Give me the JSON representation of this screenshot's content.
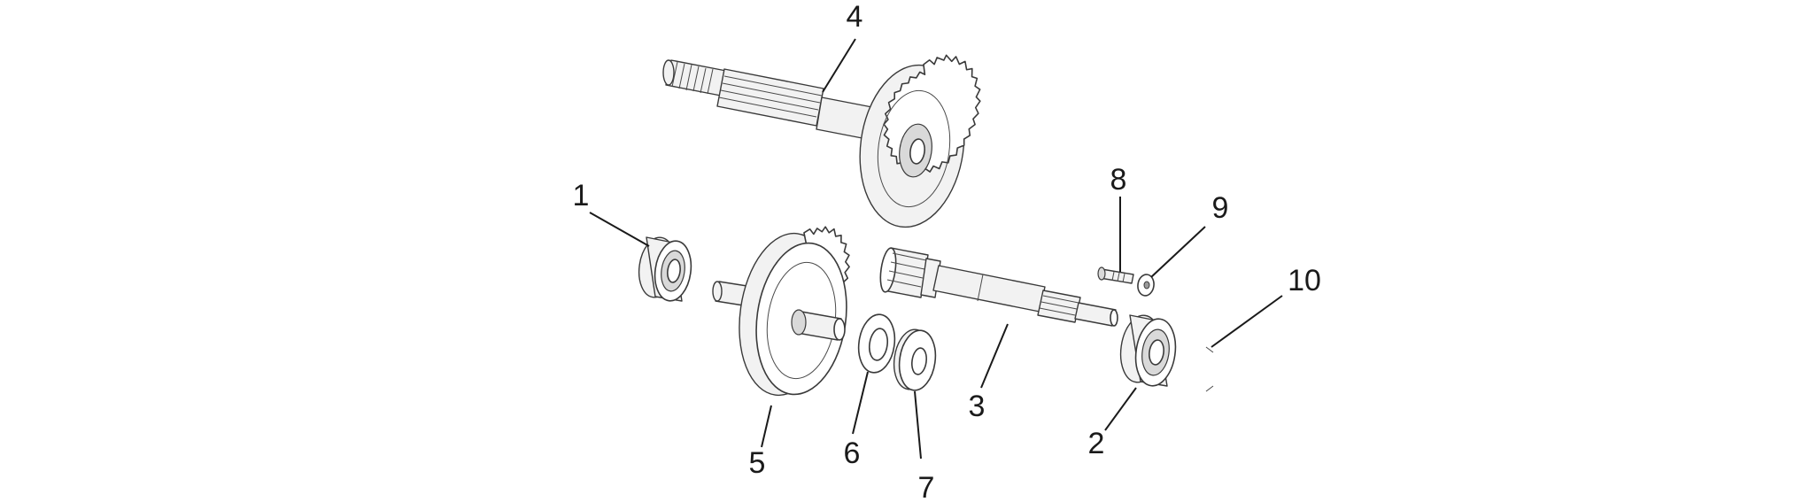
{
  "colors": {
    "line": "#1a1a1a",
    "part_outline": "#3a3a3a",
    "background": "#ffffff"
  },
  "parts": [
    {
      "number": "1",
      "shape": "bearing"
    },
    {
      "number": "2",
      "shape": "bearing"
    },
    {
      "number": "3",
      "shape": "shaft"
    },
    {
      "number": "4",
      "shape": "gear-shaft"
    },
    {
      "number": "5",
      "shape": "gear"
    },
    {
      "number": "6",
      "shape": "washer"
    },
    {
      "number": "7",
      "shape": "washer"
    },
    {
      "number": "8",
      "shape": "bolt"
    },
    {
      "number": "9",
      "shape": "washer"
    },
    {
      "number": "10",
      "shape": "circlip"
    }
  ]
}
